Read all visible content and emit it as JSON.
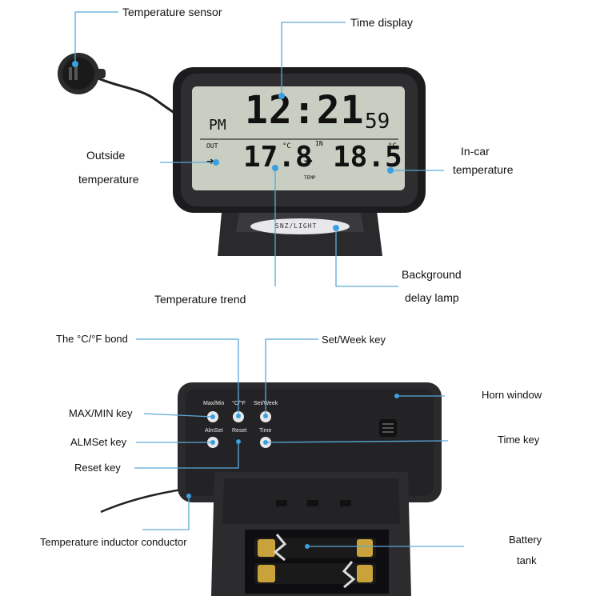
{
  "labels": {
    "temperature_sensor": "Temperature sensor",
    "time_display": "Time display",
    "outside_temperature_line1": "Outside",
    "outside_temperature_line2": "temperature",
    "in_car_temperature_line1": "In-car",
    "in_car_temperature_line2": "temperature",
    "temperature_trend": "Temperature trend",
    "background_delay_lamp_line1": "Background",
    "background_delay_lamp_line2": "delay lamp",
    "cf_bond": "The °C/°F bond",
    "set_week_key": "Set/Week key",
    "max_min_key": "MAX/MIN key",
    "horn_window": "Horn window",
    "alm_set_key": "ALMSet key",
    "time_key": "Time key",
    "reset_key": "Reset key",
    "temperature_inductor_conductor": "Temperature inductor conductor",
    "battery_tank_line1": "Battery",
    "battery_tank_line2": "tank"
  },
  "lcd": {
    "am_pm": "PM",
    "hour_minute": "12:21",
    "seconds": "59",
    "out_label": "OUT",
    "in_label": "IN",
    "temp_label": "TEMP",
    "out_temp": "17.8",
    "out_unit": "°C",
    "arrow": "→",
    "in_temp": "18.5",
    "in_unit": "°C",
    "stand_label": "SNZ/LIGHT"
  },
  "keys": {
    "max_min": "Max/Min",
    "cf": "°C/°F",
    "set_week": "Set/Week",
    "alm_set": "AlmSet",
    "reset": "Reset",
    "time": "Time"
  },
  "colors": {
    "callout_line": "#5aa9d8",
    "callout_dot": "#3aa0e0",
    "lcd_bg": "#c9cec3",
    "device_body": "#1c1c1e"
  }
}
